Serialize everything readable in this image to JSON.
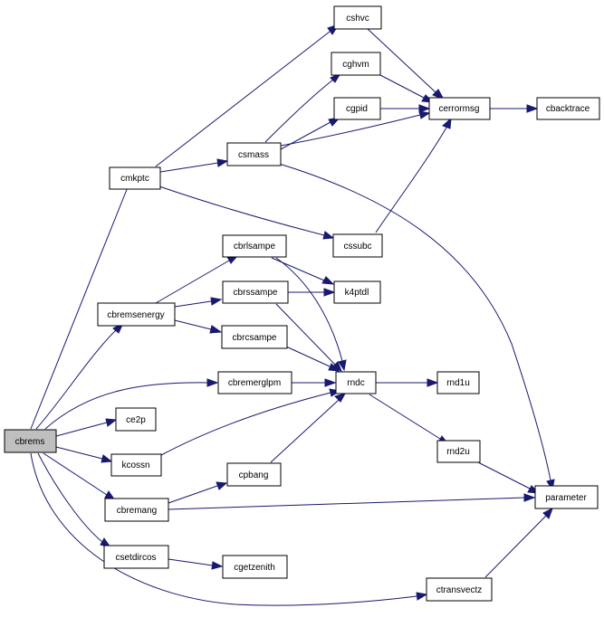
{
  "graph": {
    "colors": {
      "edge": "#191970",
      "node_fill": "#ffffff",
      "root_fill": "#bfbfbf",
      "border": "#000000"
    },
    "root": "cbrems",
    "nodes": [
      {
        "id": "cbrems",
        "label": "cbrems"
      },
      {
        "id": "cmkptc",
        "label": "cmkptc"
      },
      {
        "id": "cshvc",
        "label": "cshvc"
      },
      {
        "id": "cghvm",
        "label": "cghvm"
      },
      {
        "id": "cgpid",
        "label": "cgpid"
      },
      {
        "id": "csmass",
        "label": "csmass"
      },
      {
        "id": "cerrormsg",
        "label": "cerrormsg"
      },
      {
        "id": "cbacktrace",
        "label": "cbacktrace"
      },
      {
        "id": "cssubc",
        "label": "cssubc"
      },
      {
        "id": "cbrlsampe",
        "label": "cbrlsampe"
      },
      {
        "id": "cbremsenergy",
        "label": "cbremsenergy"
      },
      {
        "id": "cbrssampe",
        "label": "cbrssampe"
      },
      {
        "id": "k4ptdl",
        "label": "k4ptdl"
      },
      {
        "id": "cbrcsampe",
        "label": "cbrcsampe"
      },
      {
        "id": "cbremerglpm",
        "label": "cbremerglpm"
      },
      {
        "id": "rndc",
        "label": "rndc"
      },
      {
        "id": "rnd1u",
        "label": "rnd1u"
      },
      {
        "id": "ce2p",
        "label": "ce2p"
      },
      {
        "id": "kcossn",
        "label": "kcossn"
      },
      {
        "id": "rnd2u",
        "label": "rnd2u"
      },
      {
        "id": "cpbang",
        "label": "cpbang"
      },
      {
        "id": "cbremang",
        "label": "cbremang"
      },
      {
        "id": "parameter",
        "label": "parameter"
      },
      {
        "id": "csetdircos",
        "label": "csetdircos"
      },
      {
        "id": "cgetzenith",
        "label": "cgetzenith"
      },
      {
        "id": "ctransvectz",
        "label": "ctransvectz"
      }
    ],
    "edges": [
      {
        "from": "cbrems",
        "to": "cmkptc"
      },
      {
        "from": "cbrems",
        "to": "cbremsenergy"
      },
      {
        "from": "cbrems",
        "to": "cbremerglpm"
      },
      {
        "from": "cbrems",
        "to": "ce2p"
      },
      {
        "from": "cbrems",
        "to": "kcossn"
      },
      {
        "from": "cbrems",
        "to": "cbremang"
      },
      {
        "from": "cbrems",
        "to": "csetdircos"
      },
      {
        "from": "cbrems",
        "to": "ctransvectz"
      },
      {
        "from": "cmkptc",
        "to": "cshvc"
      },
      {
        "from": "cmkptc",
        "to": "csmass"
      },
      {
        "from": "cmkptc",
        "to": "cssubc"
      },
      {
        "from": "cshvc",
        "to": "cerrormsg"
      },
      {
        "from": "cghvm",
        "to": "cerrormsg"
      },
      {
        "from": "cgpid",
        "to": "cerrormsg"
      },
      {
        "from": "csmass",
        "to": "cghvm"
      },
      {
        "from": "csmass",
        "to": "cgpid"
      },
      {
        "from": "csmass",
        "to": "cerrormsg"
      },
      {
        "from": "csmass",
        "to": "parameter"
      },
      {
        "from": "cerrormsg",
        "to": "cbacktrace"
      },
      {
        "from": "cssubc",
        "to": "cerrormsg"
      },
      {
        "from": "cbremsenergy",
        "to": "cbrlsampe"
      },
      {
        "from": "cbremsenergy",
        "to": "cbrssampe"
      },
      {
        "from": "cbremsenergy",
        "to": "cbrcsampe"
      },
      {
        "from": "cbrlsampe",
        "to": "k4ptdl"
      },
      {
        "from": "cbrlsampe",
        "to": "rndc"
      },
      {
        "from": "cbrssampe",
        "to": "k4ptdl"
      },
      {
        "from": "cbrssampe",
        "to": "rndc"
      },
      {
        "from": "cbrcsampe",
        "to": "rndc"
      },
      {
        "from": "cbremerglpm",
        "to": "rndc"
      },
      {
        "from": "kcossn",
        "to": "rndc"
      },
      {
        "from": "cpbang",
        "to": "rndc"
      },
      {
        "from": "rndc",
        "to": "rnd1u"
      },
      {
        "from": "rndc",
        "to": "rnd2u"
      },
      {
        "from": "rnd2u",
        "to": "parameter"
      },
      {
        "from": "cbremang",
        "to": "cpbang"
      },
      {
        "from": "cbremang",
        "to": "parameter"
      },
      {
        "from": "csetdircos",
        "to": "cgetzenith"
      },
      {
        "from": "ctransvectz",
        "to": "parameter"
      }
    ]
  }
}
